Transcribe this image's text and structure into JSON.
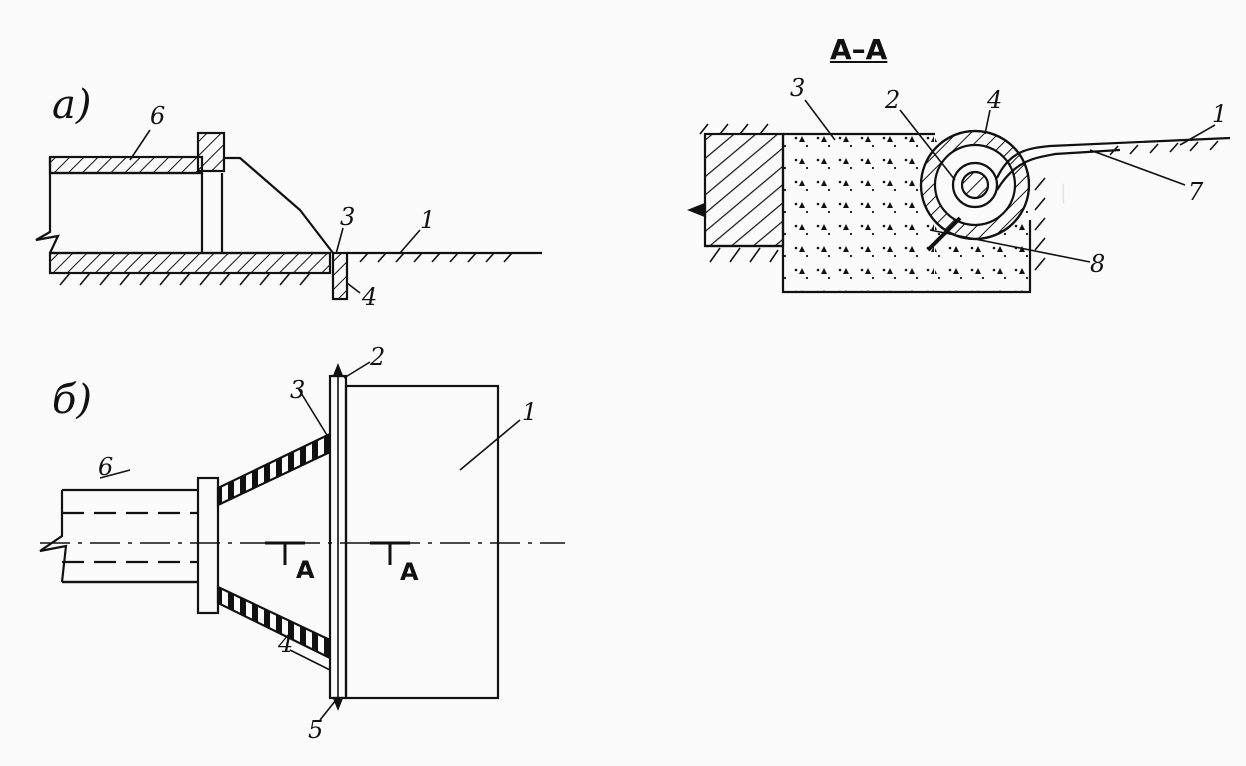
{
  "figure": {
    "panel_a_label": "а)",
    "panel_b_label": "б)",
    "section_title": "А–А",
    "section_mark": "А"
  },
  "callouts_a": [
    "1",
    "3",
    "4",
    "6"
  ],
  "callouts_section": [
    "1",
    "2",
    "3",
    "4",
    "7",
    "8"
  ],
  "callouts_b": [
    "1",
    "2",
    "3",
    "4",
    "5",
    "6"
  ]
}
